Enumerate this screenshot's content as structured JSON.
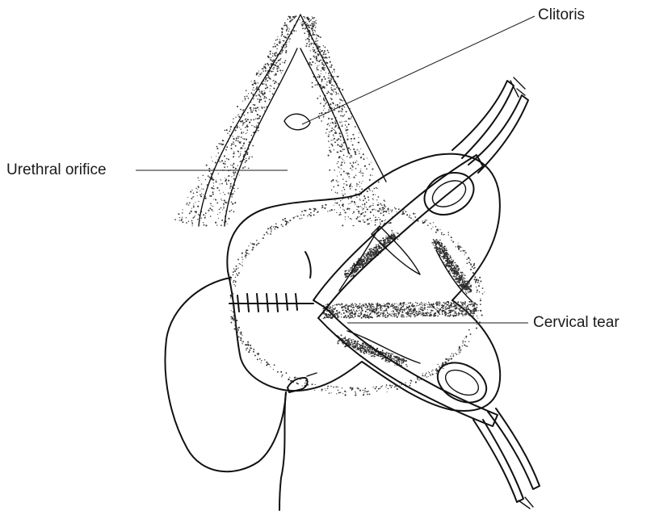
{
  "labels": {
    "clitoris": "Clitoris",
    "urethral_orifice": "Urethral orifice",
    "cervical_tear": "Cervical tear"
  }
}
